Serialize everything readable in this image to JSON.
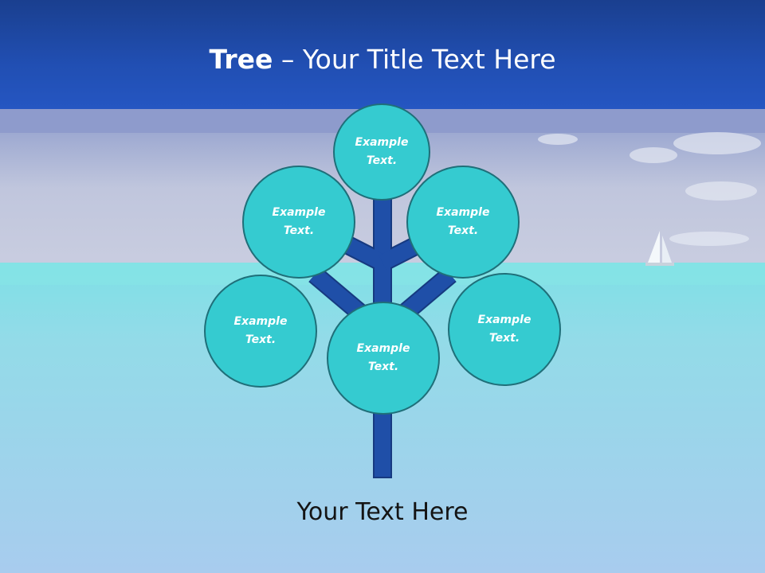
{
  "slide": {
    "title_bold": "Tree",
    "title_rest": " – Your Title Text Here",
    "caption": "Your Text Here"
  },
  "tree": {
    "nodes": [
      {
        "id": "top",
        "line1": "Example",
        "line2": "Text."
      },
      {
        "id": "upper-left",
        "line1": "Example",
        "line2": "Text."
      },
      {
        "id": "upper-right",
        "line1": "Example",
        "line2": "Text."
      },
      {
        "id": "lower-left",
        "line1": "Example",
        "line2": "Text."
      },
      {
        "id": "center",
        "line1": "Example",
        "line2": "Text."
      },
      {
        "id": "lower-right",
        "line1": "Example",
        "line2": "Text."
      }
    ]
  },
  "colors": {
    "title_band": "#214fb3",
    "node_fill": "#35cbd0",
    "node_border": "#1f6f79",
    "trunk": "#1f4fa8",
    "trunk_outline": "#163a80"
  }
}
